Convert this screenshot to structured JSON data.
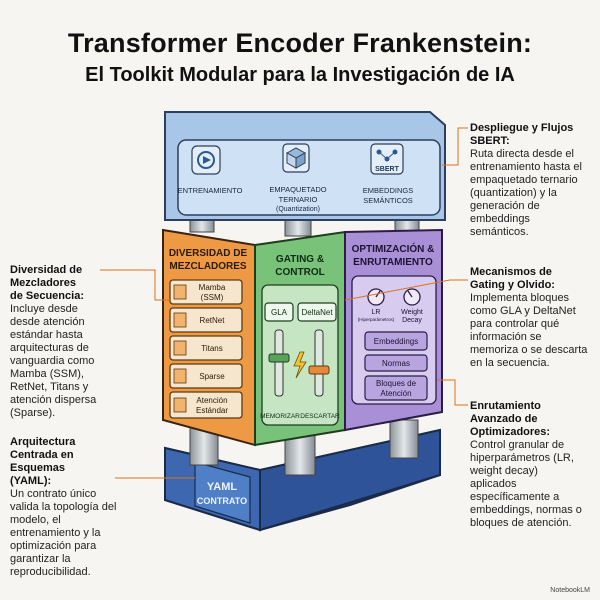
{
  "title": {
    "line1": "Transformer Encoder Frankenstein:",
    "line2": "El Toolkit Modular para la Investigación de IA"
  },
  "top_panel": {
    "items": [
      {
        "label": "ENTRENAMIENTO",
        "icon": "play-cycle-icon"
      },
      {
        "label": "EMPAQUETADO",
        "sub1": "TERNARIO",
        "sub2": "(Quantization)",
        "icon": "package-icon"
      },
      {
        "label": "EMBEDDINGS",
        "sub1": "SEMÁNTICOS",
        "badge": "SBERT",
        "icon": "network-icon"
      }
    ]
  },
  "left_face": {
    "title1": "DIVERSIDAD DE",
    "title2": "MEZCLADORES",
    "modules": [
      {
        "line1": "Mamba",
        "line2": "(SSM)"
      },
      {
        "line1": "RetNet",
        "line2": ""
      },
      {
        "line1": "Titans",
        "line2": ""
      },
      {
        "line1": "Sparse",
        "line2": ""
      },
      {
        "line1": "Atención",
        "line2": "Estándar"
      }
    ]
  },
  "middle_face": {
    "title1": "GATING &",
    "title2": "CONTROL",
    "gates": [
      "GLA",
      "DeltaNet"
    ],
    "bottom_left": "MEMORIZAR",
    "bottom_right": "DESCARTAR"
  },
  "right_face": {
    "title1": "OPTIMIZACIÓN &",
    "title2": "ENRUTAMIENTO",
    "knobs": [
      {
        "label": "LR",
        "sub": "(Hiperparámetros)"
      },
      {
        "label": "Weight",
        "sub": "Decay"
      }
    ],
    "tags": [
      {
        "line1": "Embeddings",
        "line2": ""
      },
      {
        "line1": "Normas",
        "line2": ""
      },
      {
        "line1": "Bloques de",
        "line2": "Atención"
      }
    ]
  },
  "base": {
    "plate1": "YAML",
    "plate2": "CONTRATO"
  },
  "annotations": {
    "top_right": {
      "heading": [
        "Despliegue y Flujos",
        "SBERT:"
      ],
      "body": [
        "Ruta directa desde el",
        "entrenamiento hasta el",
        "empaquetado ternario",
        "(quantization) y la",
        "generación de",
        "embeddings",
        "semánticos."
      ]
    },
    "mid_right": {
      "heading": [
        "Mecanismos de",
        "Gating y Olvido:"
      ],
      "body": [
        "Implementa bloques",
        "como GLA y DeltaNet",
        "para controlar qué",
        "información se",
        "memoriza o se descarta",
        "en la secuencia."
      ]
    },
    "bottom_right": {
      "heading": [
        "Enrutamiento",
        "Avanzado de",
        "Optimizadores:"
      ],
      "body": [
        "Control granular de",
        "hiperparámetros (LR,",
        "weight decay)",
        "aplicados",
        "específicamente a",
        "embeddings, normas o",
        "bloques de atención."
      ]
    },
    "mid_left": {
      "heading": [
        "Diversidad de",
        "Mezcladores",
        "de Secuencia:"
      ],
      "body": [
        "Incluye desde",
        "desde atención",
        "estándar hasta",
        "arquitecturas de",
        "vanguardia como",
        "Mamba (SSM),",
        "RetNet, Titans y",
        "atención dispersa",
        "(Sparse)."
      ]
    },
    "bottom_left": {
      "heading": [
        "Arquitectura",
        "Centrada en",
        "Esquemas",
        "(YAML):"
      ],
      "body": [
        "Un contrato único",
        "valida la topología del",
        "modelo, el",
        "entrenamiento y la",
        "optimización para",
        "garantizar la",
        "reproducibilidad."
      ]
    }
  },
  "watermark": "NotebookLM",
  "colors": {
    "orange": "#ee9a44",
    "green": "#79c27a",
    "purple": "#a98fd6",
    "top_blue": "#bcd6ef",
    "base_blue": "#3e67b1"
  }
}
